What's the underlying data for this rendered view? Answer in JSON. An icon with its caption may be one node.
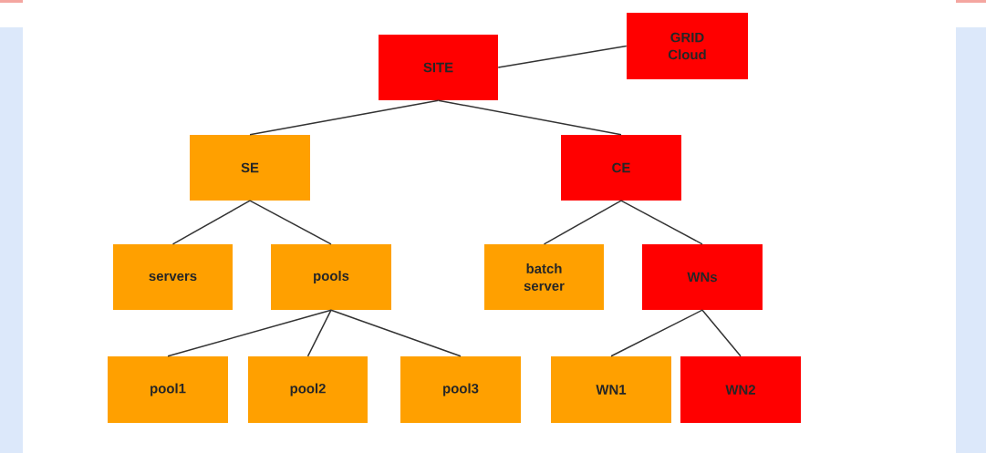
{
  "diagram": {
    "nodes": [
      {
        "text": [
          "SITE"
        ]
      },
      {
        "text": [
          "GRID Cloud"
        ]
      },
      {
        "text": [
          "SE"
        ]
      },
      {
        "text": [
          "CE"
        ]
      },
      {
        "text": [
          "servers"
        ]
      },
      {
        "text": [
          "pools"
        ]
      },
      {
        "text": [
          "batch server"
        ]
      },
      {
        "text": [
          "WNs"
        ]
      },
      {
        "text": [
          "pool1"
        ]
      },
      {
        "text": [
          "pool2"
        ]
      },
      {
        "text": [
          "pool3"
        ]
      },
      {
        "text": [
          "WN1"
        ]
      },
      {
        "text": [
          "WN2"
        ]
      }
    ],
    "edges": [
      {
        "from": 0,
        "to": 1,
        "arrow": "none"
      },
      {
        "from": 0,
        "to": 2,
        "arrow": "none"
      },
      {
        "from": 0,
        "to": 3,
        "arrow": "none"
      },
      {
        "from": 2,
        "to": 4,
        "arrow": "none"
      },
      {
        "from": 2,
        "to": 5,
        "arrow": "none"
      },
      {
        "from": 3,
        "to": 6,
        "arrow": "none"
      },
      {
        "from": 3,
        "to": 7,
        "arrow": "none"
      },
      {
        "from": 5,
        "to": 8,
        "arrow": "none"
      },
      {
        "from": 5,
        "to": 9,
        "arrow": "none"
      },
      {
        "from": 5,
        "to": 10,
        "arrow": "none"
      },
      {
        "from": 7,
        "to": 11,
        "arrow": "none"
      },
      {
        "from": 7,
        "to": 12,
        "arrow": "none"
      }
    ]
  }
}
